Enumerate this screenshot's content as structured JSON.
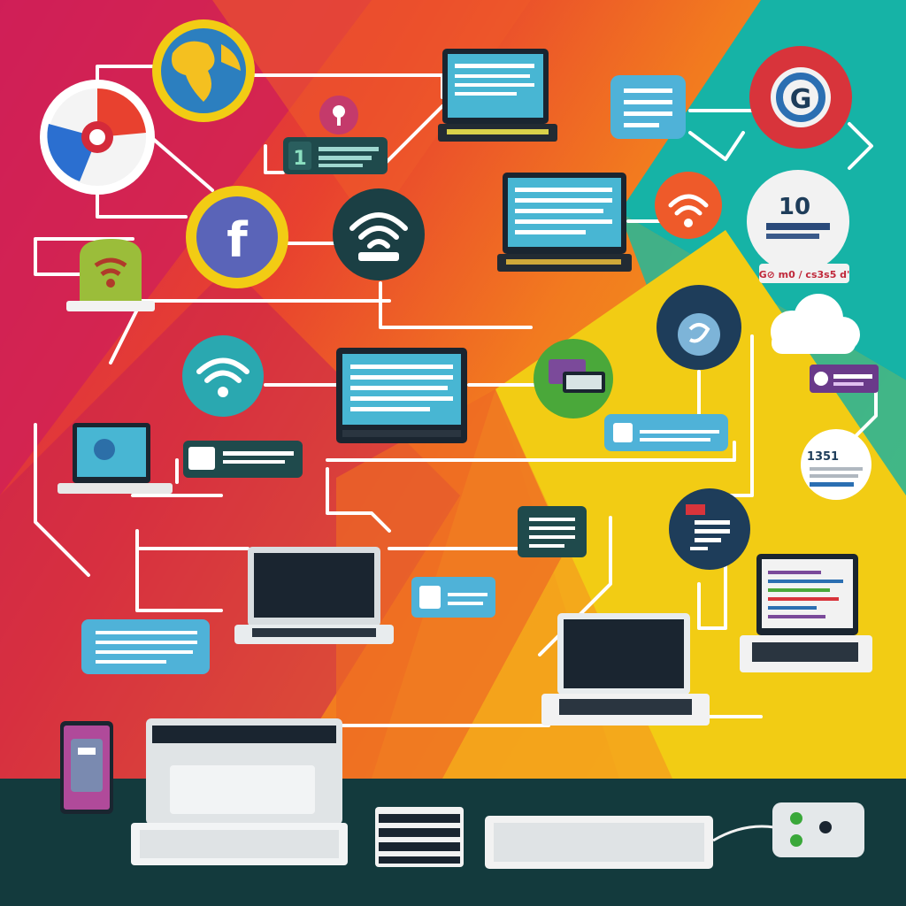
{
  "palette": {
    "crimson": "#d8234e",
    "red": "#e8412f",
    "orange": "#f27a1f",
    "amber": "#f4a51c",
    "yellow": "#f2cc14",
    "teal": "#16b3a6",
    "magenta": "#c41f60",
    "floor": "#133a3d",
    "bubble": "#3aa7c9",
    "screen": "#48b6d3",
    "dark_panel": "#1f4a4c",
    "navy": "#1e3d5a",
    "white": "#ffffff"
  },
  "labels": {
    "badge_number": "1",
    "rating_number": "10",
    "rating_sub": "G⊘ m0 / cs3s5 d'",
    "doc_number": "1351"
  },
  "icons": [
    "globe-icon",
    "pie-chart-icon",
    "facebook-icon",
    "wifi-router-icon",
    "wifi-icon",
    "cloud-icon",
    "chat-icon",
    "g-logo-icon",
    "location-pin-icon",
    "key-icon"
  ]
}
